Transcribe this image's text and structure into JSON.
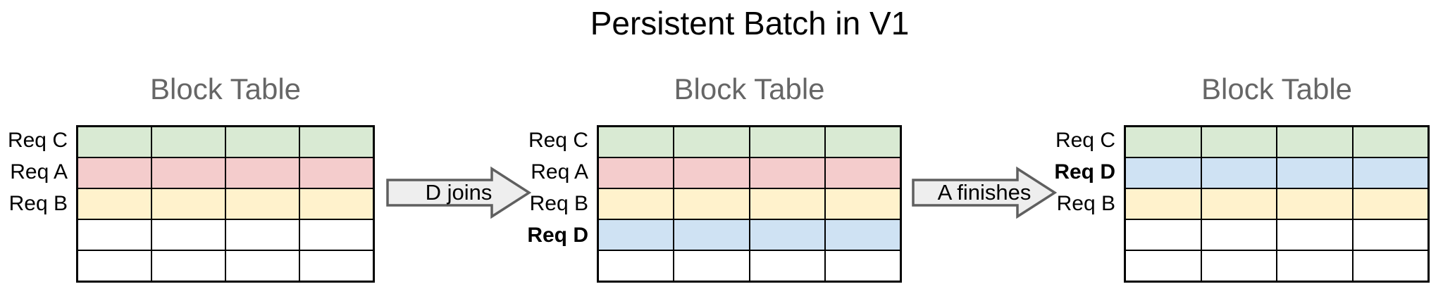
{
  "title": "Persistent Batch in V1",
  "colors": {
    "req_c_green": "#d9ead3",
    "req_a_red": "#f4cccc",
    "req_b_yellow": "#fff2cc",
    "req_d_blue": "#cfe2f3",
    "empty_white": "#ffffff",
    "heading_gray": "#666666",
    "grid_border": "#000000",
    "arrow_fill": "#eeeeee",
    "arrow_stroke": "#5f5f5f"
  },
  "stages": [
    {
      "heading": "Block Table",
      "columns": 4,
      "rows": [
        {
          "label": "Req C",
          "bold": false,
          "color": "#d9ead3"
        },
        {
          "label": "Req A",
          "bold": false,
          "color": "#f4cccc"
        },
        {
          "label": "Req B",
          "bold": false,
          "color": "#fff2cc"
        },
        {
          "label": "",
          "bold": false,
          "color": "#ffffff"
        },
        {
          "label": "",
          "bold": false,
          "color": "#ffffff"
        }
      ]
    },
    {
      "heading": "Block Table",
      "columns": 4,
      "rows": [
        {
          "label": "Req C",
          "bold": false,
          "color": "#d9ead3"
        },
        {
          "label": "Req A",
          "bold": false,
          "color": "#f4cccc"
        },
        {
          "label": "Req B",
          "bold": false,
          "color": "#fff2cc"
        },
        {
          "label": "Req D",
          "bold": true,
          "color": "#cfe2f3"
        },
        {
          "label": "",
          "bold": false,
          "color": "#ffffff"
        }
      ]
    },
    {
      "heading": "Block Table",
      "columns": 4,
      "rows": [
        {
          "label": "Req C",
          "bold": false,
          "color": "#d9ead3"
        },
        {
          "label": "Req D",
          "bold": true,
          "color": "#cfe2f3"
        },
        {
          "label": "Req B",
          "bold": false,
          "color": "#fff2cc"
        },
        {
          "label": "",
          "bold": false,
          "color": "#ffffff"
        },
        {
          "label": "",
          "bold": false,
          "color": "#ffffff"
        }
      ]
    }
  ],
  "arrows": [
    {
      "label": "D joins"
    },
    {
      "label": "A finishes"
    }
  ]
}
